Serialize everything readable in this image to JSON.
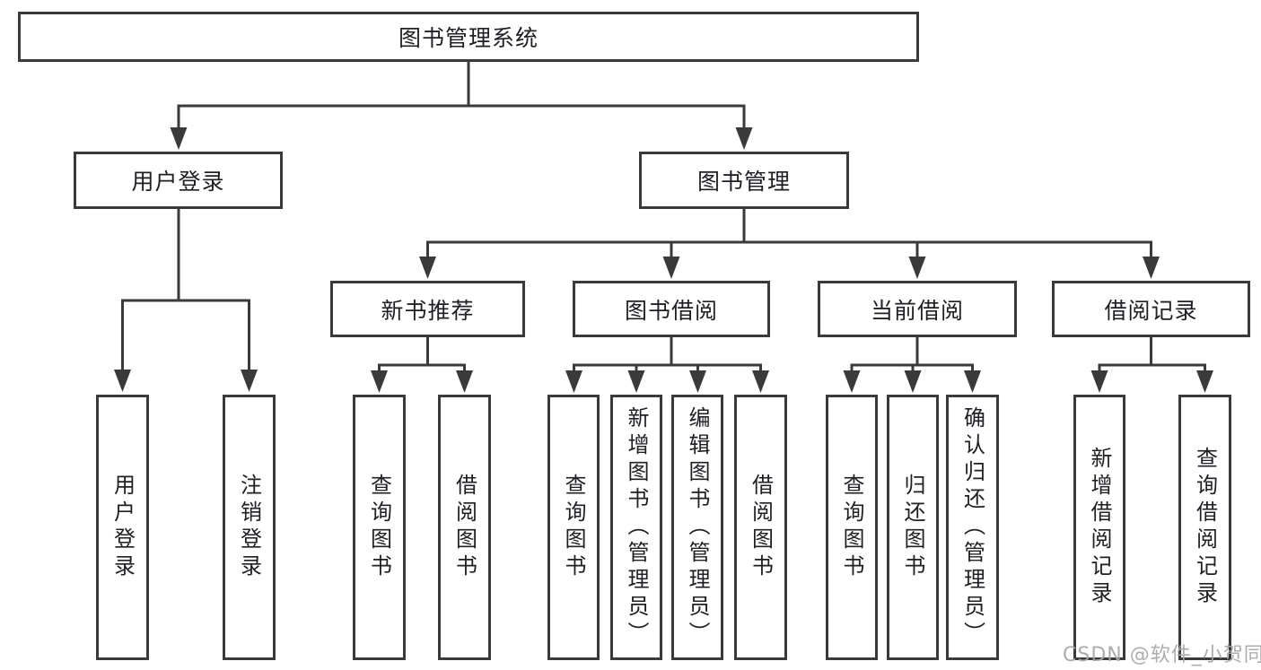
{
  "tree": {
    "label": "图书管理系统",
    "children": [
      {
        "label": "用户登录",
        "children": [
          {
            "label": "用户登录"
          },
          {
            "label": "注销登录"
          }
        ]
      },
      {
        "label": "图书管理",
        "children": [
          {
            "label": "新书推荐",
            "children": [
              {
                "label": "查询图书"
              },
              {
                "label": "借阅图书"
              }
            ]
          },
          {
            "label": "图书借阅",
            "children": [
              {
                "label": "查询图书"
              },
              {
                "label": "新增图书（管理员）"
              },
              {
                "label": "编辑图书（管理员）"
              },
              {
                "label": "借阅图书"
              }
            ]
          },
          {
            "label": "当前借阅",
            "children": [
              {
                "label": "查询图书"
              },
              {
                "label": "归还图书"
              },
              {
                "label": "确认归还（管理员）"
              }
            ]
          },
          {
            "label": "借阅记录",
            "children": [
              {
                "label": "新增借阅记录"
              },
              {
                "label": "查询借阅记录"
              }
            ]
          }
        ]
      }
    ]
  },
  "watermark": {
    "text": "CSDN @软件_小贺同学"
  },
  "colors": {
    "line": "#3a3a3a",
    "box_border": "#3a3a3a",
    "box_fill": "#ffffff",
    "text": "#1f1f24",
    "watermark": "#a6a6a6",
    "background": "#ffffff"
  }
}
